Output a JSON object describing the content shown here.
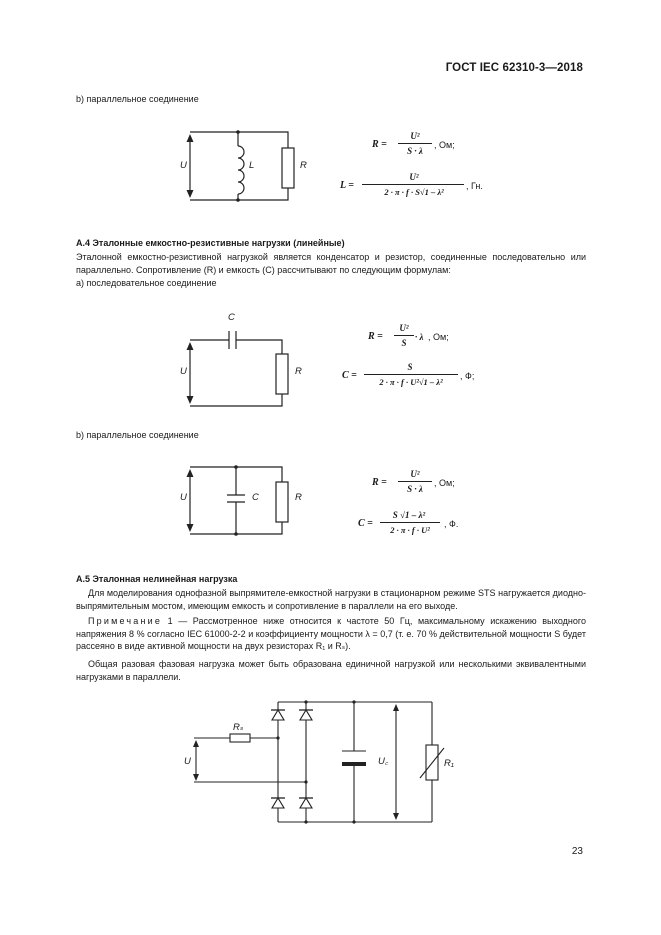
{
  "header": {
    "standard": "ГОСТ IEC 62310-3—2018"
  },
  "section_b1": {
    "label": "b) параллельное соединение"
  },
  "circuit1": {
    "labels": {
      "U": "U",
      "L": "L",
      "R": "R"
    },
    "formula_R": {
      "lhs": "R =",
      "num": "U²",
      "den": "S · λ",
      "unit": ", Ом;"
    },
    "formula_L": {
      "lhs": "L =",
      "num": "U²",
      "den": "2 · π · f · S√1 – λ²",
      "unit": ", Гн."
    }
  },
  "section_a4": {
    "heading": "А.4 Эталонные емкостно-резистивные нагрузки (линейные)",
    "para": "Эталонной емкостно-резистивной нагрузкой является конденсатор и резистор, соединенные последовательно или параллельно. Сопротивление (R) и емкость (C) рассчитывают по следующим формулам:",
    "item_a": "а) последовательное соединение"
  },
  "circuit2": {
    "labels": {
      "U": "U",
      "C": "C",
      "R": "R"
    },
    "formula_R": {
      "lhs": "R =",
      "num": "U²",
      "den": "S",
      "tail": "· λ",
      "unit": ", Ом;"
    },
    "formula_C": {
      "lhs": "C =",
      "num": "S",
      "den": "2 · π · f · U²√1 – λ²",
      "unit": ", Ф;"
    }
  },
  "section_b2": {
    "label": "b) параллельное соединение"
  },
  "circuit3": {
    "labels": {
      "U": "U",
      "C": "C",
      "R": "R"
    },
    "formula_R": {
      "lhs": "R =",
      "num": "U²",
      "den": "S · λ",
      "unit": ", Ом;"
    },
    "formula_C": {
      "lhs": "C =",
      "num": "S √1 – λ²",
      "den": "2 · π · f · U²",
      "unit": ", Ф."
    }
  },
  "section_a5": {
    "heading": "А.5 Эталонная нелинейная нагрузка",
    "para1": "Для моделирования однофазной выпрямителе-емкостной нагрузки в стационарном режиме STS нагружается диодно-выпрямительным мостом, имеющим емкость и сопротивление в параллели на его выходе.",
    "note_prefix": "Примечание",
    "note_text": " 1 — Рассмотренное ниже относится к частоте 50 Гц, максимальному искажению выходного напряжения 8 % согласно IEC 61000-2-2 и коэффициенту мощности λ = 0,7 (т. е. 70 % действительной мощности S будет рассеяно в виде активной мощности на двух резисторах R₁ и Rₛ).",
    "para2": "Общая разовая фазовая нагрузка может быть образована единичной нагрузкой или несколькими эквивалентными нагрузками в параллели."
  },
  "circuit4": {
    "labels": {
      "Rs": "Rₛ",
      "U": "U",
      "Uc": "U꜀",
      "R1": "R₁"
    }
  },
  "footer": {
    "page_number": "23"
  }
}
